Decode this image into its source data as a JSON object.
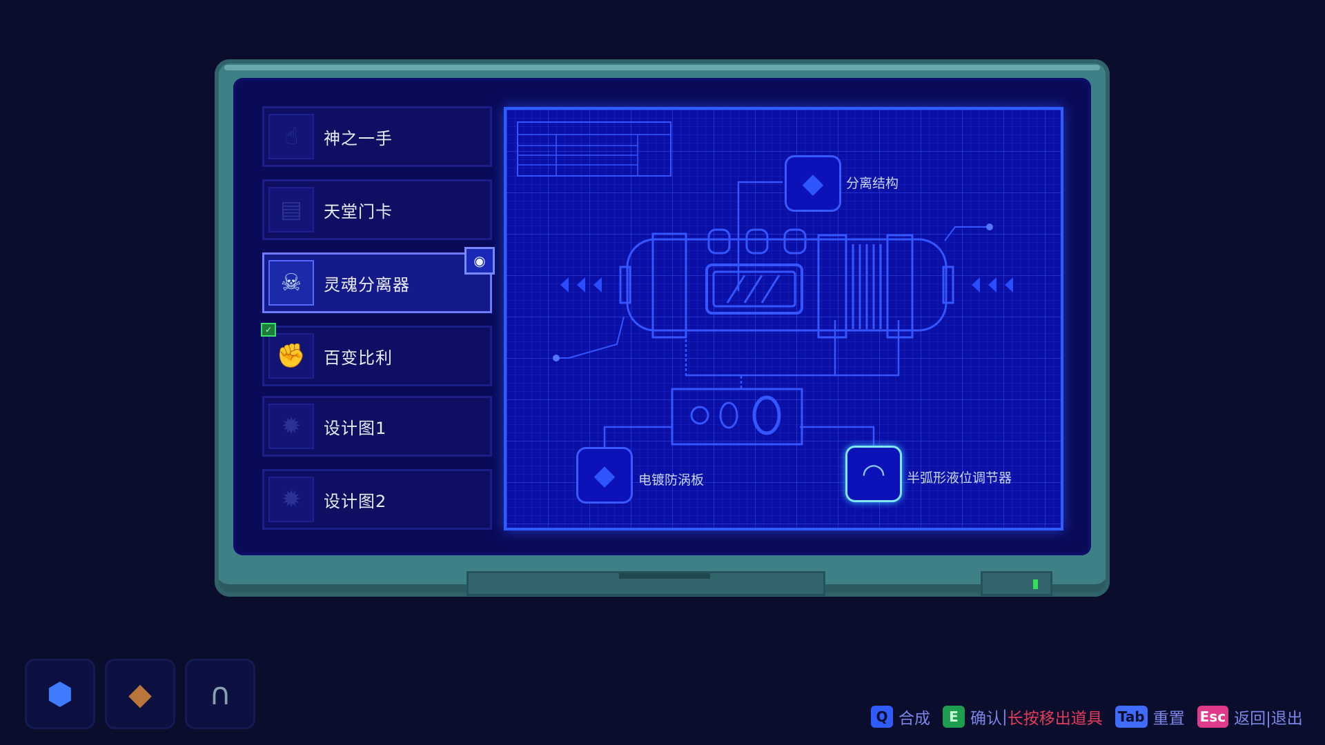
{
  "craft_list": {
    "items": [
      {
        "label": "神之一手",
        "icon": "hand-icon"
      },
      {
        "label": "天堂门卡",
        "icon": "card-icon"
      },
      {
        "label": "灵魂分离器",
        "icon": "skull-icon"
      },
      {
        "label": "百变比利",
        "icon": "fist-icon"
      },
      {
        "label": "设计图1",
        "icon": "gear-icon"
      },
      {
        "label": "设计图2",
        "icon": "gear-icon"
      }
    ],
    "selected_index": 2
  },
  "blueprint": {
    "parts": [
      {
        "label": "分离结构",
        "icon": "shard-icon"
      },
      {
        "label": "电镀防涡板",
        "icon": "plate-icon"
      },
      {
        "label": "半弧形液位调节器",
        "icon": "arc-icon"
      }
    ]
  },
  "inventory": {
    "slots": [
      {
        "icon": "capsule-item-icon"
      },
      {
        "icon": "board-item-icon"
      },
      {
        "icon": "arch-item-icon"
      }
    ]
  },
  "hints": {
    "craft_key": "Q",
    "craft_label": "合成",
    "confirm_key": "E",
    "confirm_label": "确认",
    "separator": "|",
    "remove_label": "长按移出道具",
    "reset_key": "Tab",
    "reset_label": "重置",
    "back_key": "Esc",
    "back_label": "返回|退出"
  },
  "colors": {
    "background": "#0a0e2c",
    "screen": "#090a58",
    "blueprint_accent": "#2d5cff",
    "selected_border": "#6f7cff",
    "warning_text": "#e23c5a",
    "led": "#34e05a"
  }
}
